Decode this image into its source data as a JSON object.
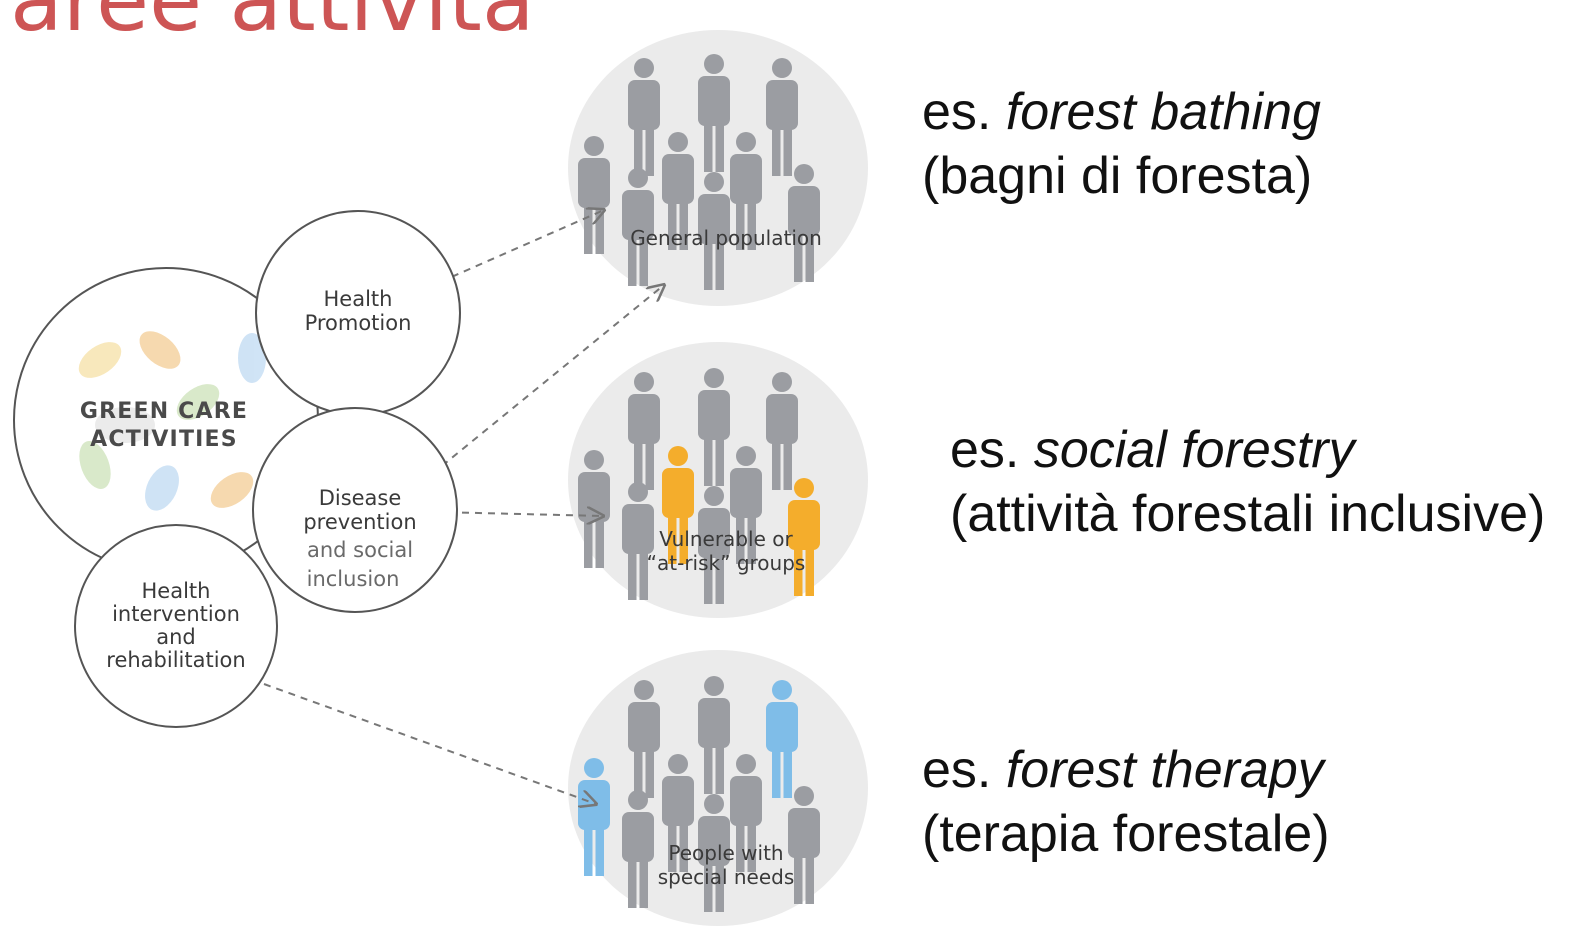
{
  "page_title_fragment": "aree attività",
  "hub": {
    "label_line1": "GREEN CARE",
    "label_line2": "ACTIVITIES"
  },
  "activities": [
    {
      "lines": [
        "Health",
        "Promotion"
      ]
    },
    {
      "lines": [
        "Disease",
        "prevention",
        "and social",
        "inclusion"
      ]
    },
    {
      "lines": [
        "Health",
        "intervention",
        "and",
        "rehabilitation"
      ]
    }
  ],
  "populations": [
    {
      "lines": [
        "General population"
      ]
    },
    {
      "lines": [
        "Vulnerable or",
        "“at-risk” groups"
      ]
    },
    {
      "lines": [
        "People with",
        "special needs"
      ]
    }
  ],
  "examples": [
    {
      "prefix": "es.",
      "term": "forest bathing",
      "translation": "(bagni di foresta)"
    },
    {
      "prefix": "es.",
      "term": "social forestry",
      "translation": "(attività forestali inclusive)"
    },
    {
      "prefix": "es.",
      "term": "forest therapy",
      "translation": "(terapia forestale)"
    }
  ],
  "colors": {
    "title": "#cd5555",
    "person_default": "#9b9da2",
    "person_at_risk": "#f4ad2c",
    "person_special_needs": "#7fbde8",
    "population_disc": "#ebebeb",
    "outline": "#555555",
    "arrow": "#777777"
  }
}
